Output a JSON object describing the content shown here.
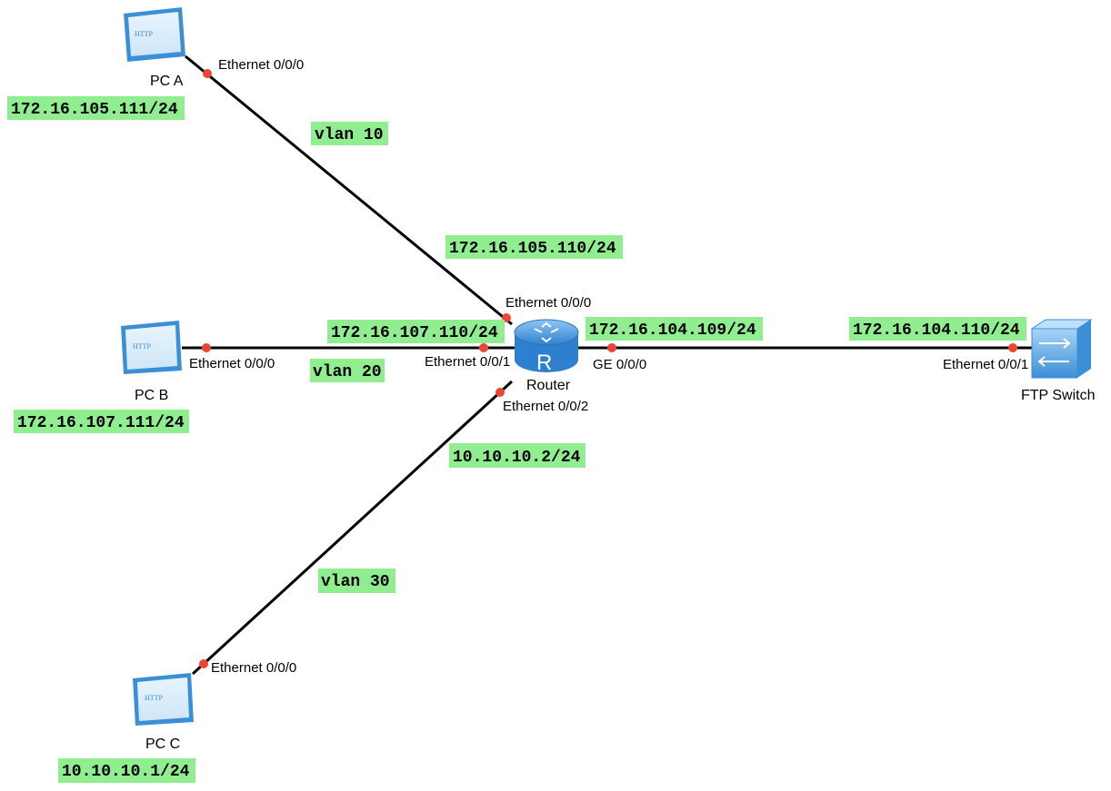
{
  "devices": {
    "pc_a": {
      "name": "PC A",
      "screen_text": "HTTP",
      "ip": "172.16.105.111/24"
    },
    "pc_b": {
      "name": "PC B",
      "screen_text": "HTTP",
      "ip": "172.16.107.111/24"
    },
    "pc_c": {
      "name": "PC C",
      "screen_text": "HTTP",
      "ip": "10.10.10.1/24"
    },
    "router": {
      "name": "Router"
    },
    "switch": {
      "name": "FTP Switch",
      "ip": "172.16.104.110/24"
    }
  },
  "links": {
    "a": {
      "pc_port": "Ethernet 0/0/0",
      "router_port": "Ethernet 0/0/0",
      "vlan": "vlan 10",
      "router_ip": "172.16.105.110/24"
    },
    "b": {
      "pc_port": "Ethernet 0/0/0",
      "router_port": "Ethernet 0/0/1",
      "vlan": "vlan 20",
      "router_ip": "172.16.107.110/24"
    },
    "c": {
      "pc_port": "Ethernet 0/0/0",
      "router_port": "Ethernet 0/0/2",
      "vlan": "vlan 30",
      "router_ip": "10.10.10.2/24"
    },
    "sw": {
      "router_port": "GE 0/0/0",
      "switch_port": "Ethernet 0/0/1",
      "router_ip": "172.16.104.109/24"
    }
  },
  "colors": {
    "label_background": "#90ee90",
    "port_dot": "#ee4433",
    "link": "#000000",
    "device_blue": "#3b8fd6"
  }
}
